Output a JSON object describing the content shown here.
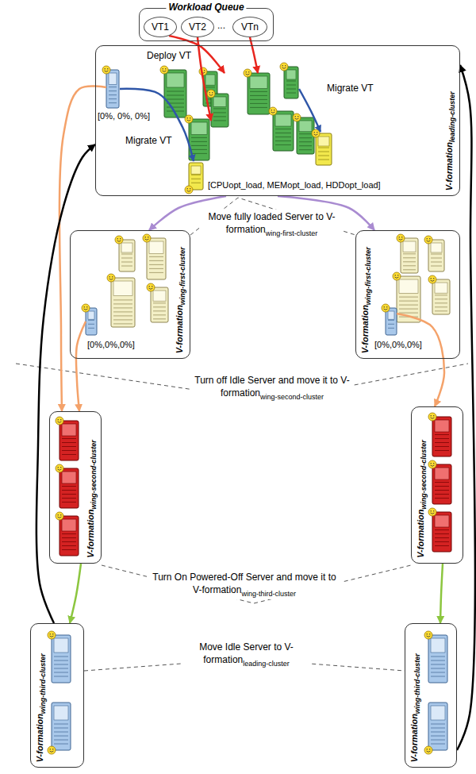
{
  "diagram": {
    "nodes": [
      {
        "text": [
          "Workload Queue"
        ]
      },
      {
        "text": [
          "VT1"
        ],
        "in": 0
      },
      {
        "text": [
          "VT2"
        ],
        "in": 0
      },
      {
        "text": [
          "VTn"
        ],
        "in": 0
      },
      {
        "text": [
          "V-formation",
          "leading-cluster"
        ]
      },
      {
        "text": [
          "V-formation",
          "wing-first-cluster"
        ]
      },
      {
        "text": [
          "V-formation",
          "wing-first-cluster"
        ]
      },
      {
        "text": [
          "V-formation",
          "wing-second-cluster"
        ]
      },
      {
        "text": [
          "V-formation",
          "wing-second-cluster"
        ]
      },
      {
        "text": [
          "V-formation",
          "wing-third-cluster"
        ]
      },
      {
        "text": [
          "V-formation",
          "wing-third-cluster"
        ]
      }
    ],
    "edges": [
      {
        "from": 1,
        "to": 4,
        "arrow": "to"
      },
      {
        "from": 2,
        "to": 4,
        "arrow": "to"
      },
      {
        "from": 3,
        "to": 4,
        "arrow": "to"
      },
      {
        "from": 4,
        "to": 5,
        "arrow": "to"
      },
      {
        "from": 4,
        "to": 6,
        "arrow": "to"
      },
      {
        "from": 4,
        "to": 7,
        "arrow": "to"
      },
      {
        "from": 5,
        "to": 7,
        "arrow": "to"
      },
      {
        "from": 6,
        "to": 8,
        "arrow": "to"
      },
      {
        "from": 7,
        "to": 9,
        "arrow": "to"
      },
      {
        "from": 8,
        "to": 10,
        "arrow": "to"
      },
      {
        "from": 9,
        "to": 4,
        "arrow": "to"
      },
      {
        "from": 10,
        "to": 4,
        "arrow": "to"
      }
    ],
    "labels": [
      "...",
      "Deploy VT",
      "Migrate VT",
      "Migrate VT",
      "[0%, 0%, 0%]",
      "[CPUopt_load, MEMopt_load, HDDopt_load]",
      "Move fully loaded Server to V-formation",
      "wing-first-cluster",
      "[0%,0%,0%]",
      "[0%,0%,0%]",
      "Turn off Idle Server and move it to V-formation",
      "wing-second-cluster",
      "Turn On Powered-Off Server and move it to V-formation",
      "wing-third-cluster",
      "Move Idle Server to V-formation",
      "leading-cluster"
    ]
  }
}
